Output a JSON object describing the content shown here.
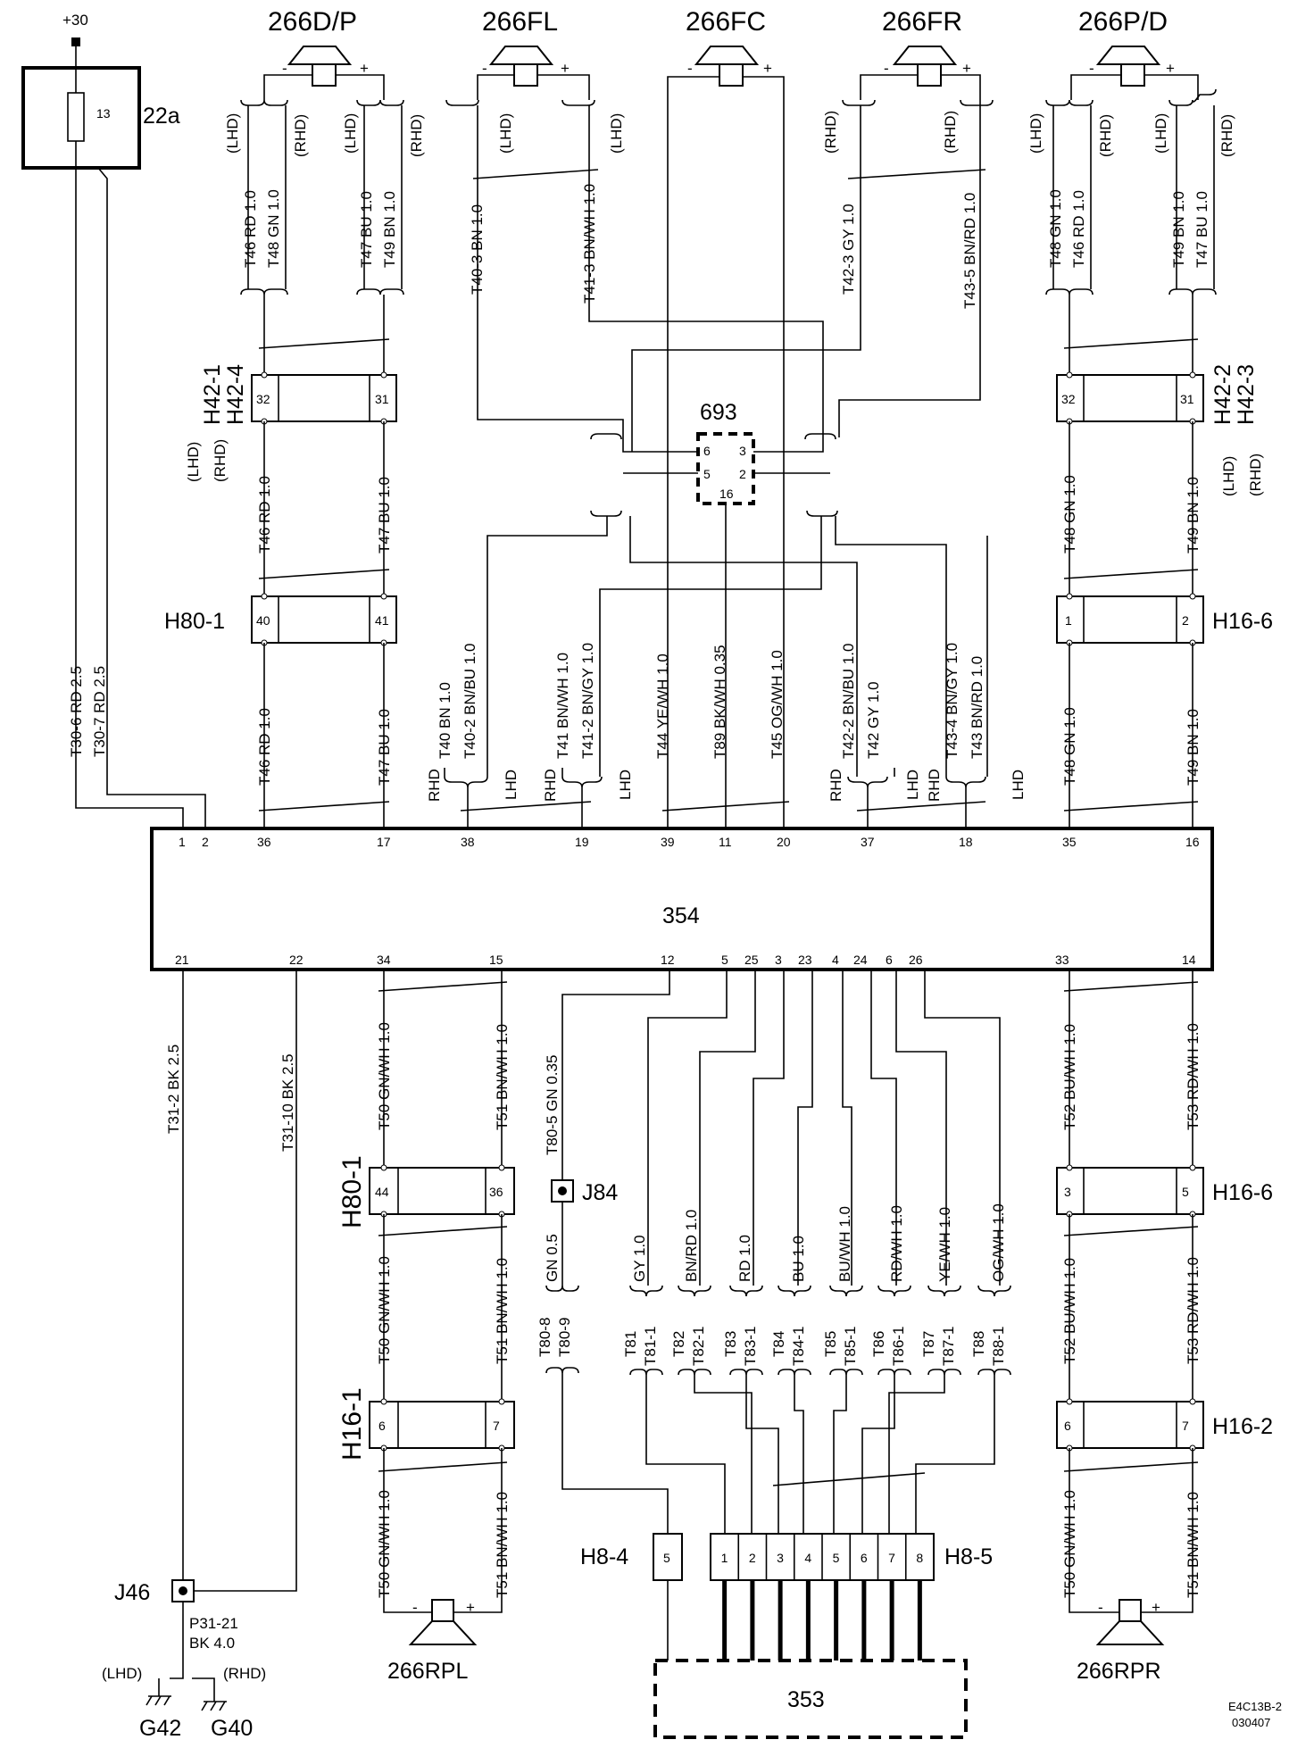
{
  "supply": {
    "label": "+30"
  },
  "fuse": {
    "number": "13",
    "label": "22a"
  },
  "speakers": {
    "dp": {
      "label": "266D/P",
      "minus": "-",
      "plus": "+"
    },
    "fl": {
      "label": "266FL",
      "minus": "-",
      "plus": "+"
    },
    "fc": {
      "label": "266FC",
      "minus": "-",
      "plus": "+"
    },
    "fr": {
      "label": "266FR",
      "minus": "-",
      "plus": "+"
    },
    "pd": {
      "label": "266P/D",
      "minus": "-",
      "plus": "+"
    },
    "rpl": {
      "label": "266RPL",
      "minus": "-",
      "plus": "+"
    },
    "rpr": {
      "label": "266RPR",
      "minus": "-",
      "plus": "+"
    }
  },
  "variants": {
    "lhd": "(LHD)",
    "rhd": "(RHD)",
    "lhd_plain": "LHD",
    "rhd_plain": "RHD"
  },
  "top_wires": {
    "dp_left": [
      "T46  RD  1.0",
      "T48  GN  1.0"
    ],
    "dp_right": [
      "T47  BU  1.0",
      "T49  BN  1.0"
    ],
    "fl_left": "T40-3  BN  1.0",
    "fl_right": "T41-3  BN/WH  1.0",
    "fr_left": "T42-3  GY  1.0",
    "fr_right": "T43-5  BN/RD  1.0",
    "pd_left": [
      "T48  GN  1.0",
      "T46  RD  1.0"
    ],
    "pd_right": [
      "T49  BN  1.0",
      "T47  BU  1.0"
    ]
  },
  "connectors": {
    "h42_left": {
      "label1": "H42-1",
      "label2": "H42-4",
      "pinA": "32",
      "pinB": "31"
    },
    "h42_right": {
      "label1": "H42-2",
      "label2": "H42-3",
      "pinA": "32",
      "pinB": "31"
    },
    "h80_upper": {
      "label": "H80-1",
      "pinA": "40",
      "pinB": "41"
    },
    "h16_upper": {
      "label": "H16-6",
      "pinA": "1",
      "pinB": "2"
    },
    "h80_lower": {
      "label": "H80-1",
      "pinA": "44",
      "pinB": "36"
    },
    "h16_lower_right": {
      "label": "H16-6",
      "pinA": "3",
      "pinB": "5"
    },
    "h16_1": {
      "label": "H16-1",
      "pinA": "6",
      "pinB": "7"
    },
    "h16_2": {
      "label": "H16-2",
      "pinA": "6",
      "pinB": "7"
    },
    "h8_4": {
      "label": "H8-4",
      "pin": "5"
    },
    "h8_5": {
      "label": "H8-5",
      "pins": [
        "1",
        "2",
        "3",
        "4",
        "5",
        "6",
        "7",
        "8"
      ]
    }
  },
  "module_693": {
    "label": "693",
    "pins": [
      "6",
      "3",
      "5",
      "2",
      "16"
    ]
  },
  "mid_wires": {
    "left_a": "T46  RD  1.0",
    "left_b": "T47  BU  1.0",
    "right_a": "T48  GN  1.0",
    "right_b": "T49  BN  1.0"
  },
  "lower_wires": {
    "t30_6": "T30-6  RD  2.5",
    "t30_7": "T30-7  RD  2.5",
    "t46": "T46  RD  1.0",
    "t47": "T47  BU  1.0",
    "t40": "T40  BN  1.0",
    "t40_2": "T40-2  BN/BU  1.0",
    "t41": "T41  BN/WH  1.0",
    "t41_2": "T41-2  BN/GY  1.0",
    "t44": "T44  YE/WH  1.0",
    "t89": "T89  BK/WH  0.35",
    "t45": "T45  OG/WH  1.0",
    "t42_2": "T42-2  BN/BU  1.0",
    "t42": "T42  GY  1.0",
    "t43_4": "T43-4  BN/GY  1.0",
    "t43": "T43  BN/RD  1.0",
    "t48": "T48  GN  1.0",
    "t49": "T49  BN  1.0"
  },
  "main_unit": {
    "label": "354",
    "top_pins": [
      "1",
      "2",
      "36",
      "17",
      "38",
      "19",
      "39",
      "11",
      "20",
      "37",
      "18",
      "35",
      "16"
    ],
    "bottom_pins": [
      "21",
      "22",
      "34",
      "15",
      "12",
      "5",
      "25",
      "3",
      "23",
      "4",
      "24",
      "6",
      "26",
      "33",
      "14"
    ]
  },
  "bottom_wires": {
    "t31_2": "T31-2  BK  2.5",
    "t31_10": "T31-10  BK  2.5",
    "t50a": "T50  GN/WH  1.0",
    "t51a": "T51  BN/WH  1.0",
    "t80_5": "T80-5  GN  0.35",
    "t52a": "T52  BU/WH  1.0",
    "t53a": "T53  RD/WH  1.0",
    "t50b": "T50  GN/WH  1.0",
    "t51b": "T51  BN/WH  1.0",
    "gn05": "GN  0.5",
    "t80_8": "T80-8",
    "t80_9": "T80-9",
    "t52b": "T52  BU/WH  1.0",
    "t53b": "T53  RD/WH  1.0",
    "t50c": "T50  GN/WH  1.0",
    "t51c": "T51  BN/WH  1.0",
    "colors": [
      "GY  1.0",
      "BN/RD  1.0",
      "RD  1.0",
      "BU  1.0",
      "BU/WH  1.0",
      "RD/WH  1.0",
      "YE/WH  1.0",
      "OG/WH  1.0"
    ],
    "tcodes": [
      "T81",
      "T81-1",
      "T82",
      "T82-1",
      "T83",
      "T83-1",
      "T84",
      "T84-1",
      "T85",
      "T85-1",
      "T86",
      "T86-1",
      "T87",
      "T87-1",
      "T88",
      "T88-1"
    ]
  },
  "splices": {
    "j84": "J84",
    "j46": "J46"
  },
  "ground": {
    "p31": "P31-21",
    "bk": "BK  4.0",
    "lhd": "(LHD)",
    "rhd": "(RHD)",
    "g42": "G42",
    "g40": "G40"
  },
  "amp_353": {
    "label": "353"
  },
  "footer": {
    "code": "E4C13B-2",
    "date": "030407"
  }
}
